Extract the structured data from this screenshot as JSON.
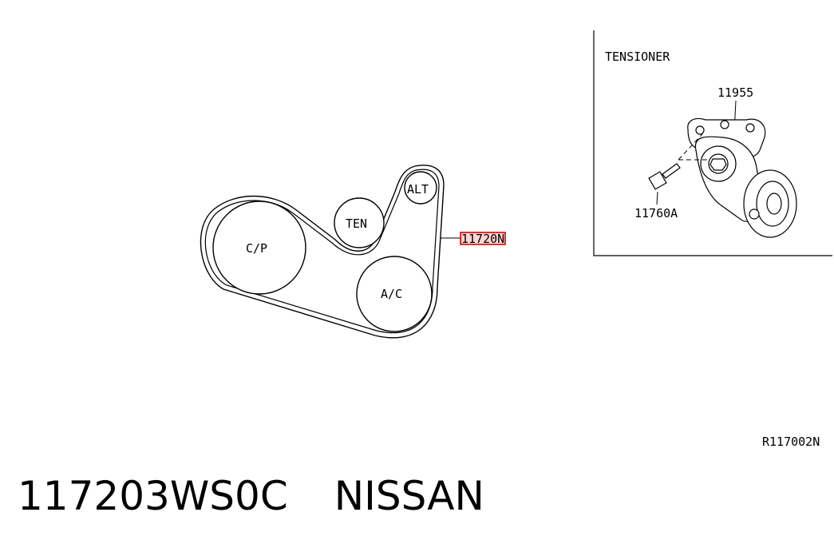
{
  "diagram": {
    "pulleys": {
      "cp": "C/P",
      "ten": "TEN",
      "alt": "ALT",
      "ac": "A/C"
    },
    "belt_callout": "11720N",
    "tensioner_box": {
      "title": "TENSIONER",
      "part_11955": "11955",
      "part_11760a": "11760A"
    },
    "ref_code": "R117002N"
  },
  "caption": {
    "part_number": "117203WS0C",
    "brand": "NISSAN"
  },
  "colors": {
    "line": "#000000",
    "highlight": "#e00000",
    "highlight_fill": "#ffd6d6"
  }
}
